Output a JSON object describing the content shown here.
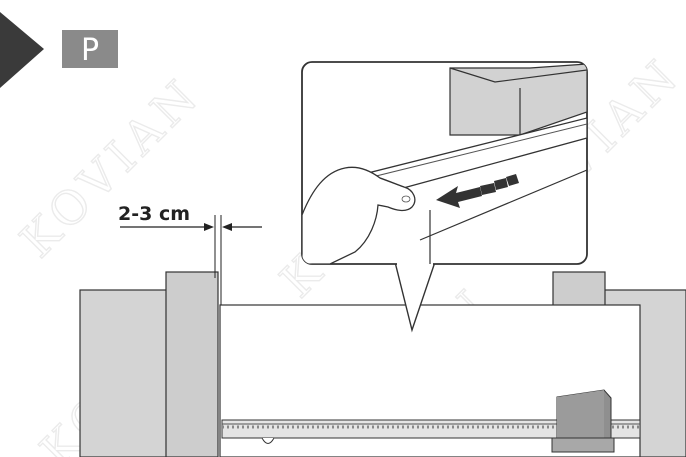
{
  "step": {
    "letter": "P",
    "badge_color": "#8a8a8a",
    "arrow_color": "#3a3a3a"
  },
  "measurement": {
    "label": "2-3 cm"
  },
  "watermark": {
    "text": "KOVIAN"
  },
  "colors": {
    "outline": "#333333",
    "block_fill": "#d4d4d4",
    "block_fill_dark": "#c2c2c2",
    "arrow_fill": "#333333"
  },
  "icons": {
    "step_pointer": "right-chevron-icon",
    "direction": "left-arrow-icon"
  }
}
